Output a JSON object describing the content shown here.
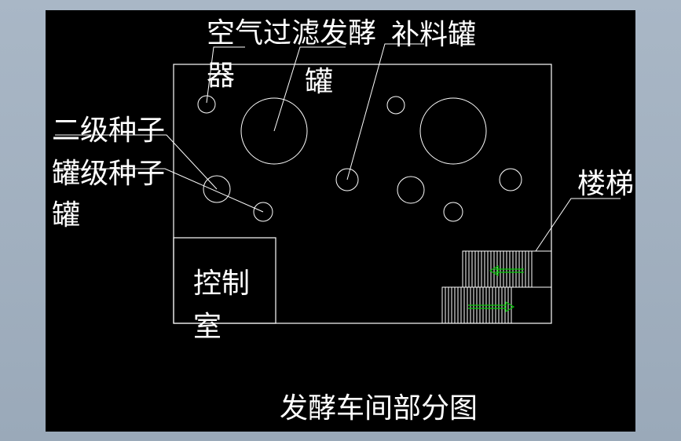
{
  "labels": {
    "air_filter_line1": "空气过滤发酵",
    "air_filter_line2": "器",
    "fermenter_cont": "罐",
    "feed_tank": "补料罐",
    "seed2_line1": "二级种子",
    "seed1_line1": "罐级种子",
    "seed1_line2": "罐",
    "stairs": "楼梯",
    "control_line1": "控制",
    "control_line2": "室",
    "title": "发酵车间部分图"
  },
  "colors": {
    "background": "#000000",
    "lines": "#ffffff",
    "arrows": "#00c800",
    "frame_bg": "#a9b7c6"
  },
  "icons": [
    "left-arrow-icon",
    "right-arrow-icon"
  ]
}
